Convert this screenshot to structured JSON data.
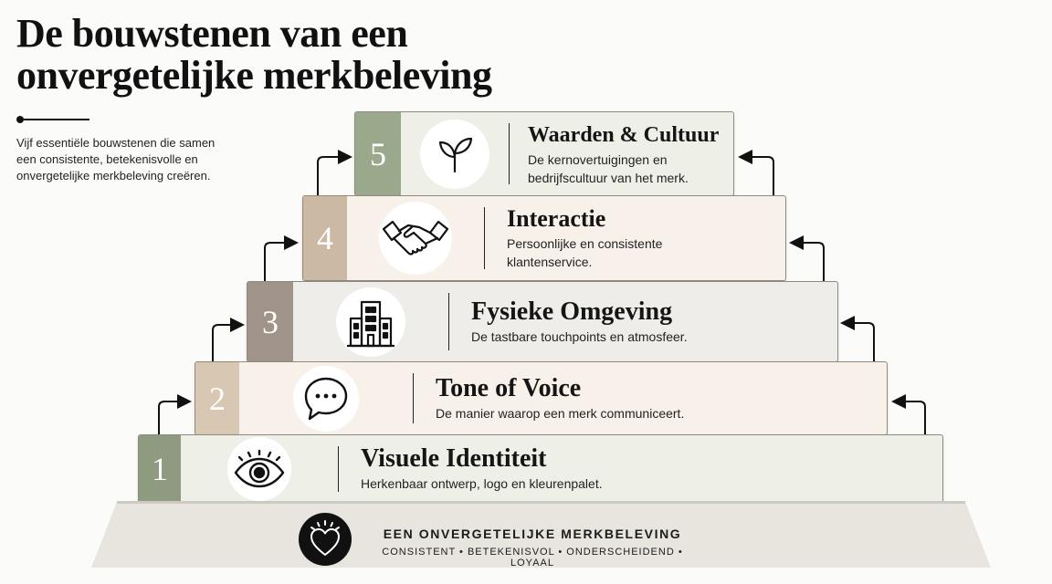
{
  "header": {
    "title_line1": "De bouwstenen van een",
    "title_line2": "onvergetelijke merkbeleving",
    "intro": "Vijf essentiële bouwstenen die samen een consistente, betekenisvolle en onvergetelijke merkbeleving creëren."
  },
  "tiers": [
    {
      "number": "1",
      "title": "Visuele Identiteit",
      "desc": "Herkenbaar ontwerp, logo en kleurenpalet.",
      "icon": "eye-icon",
      "accent": "#8e9b81",
      "bg": "#eef0e8"
    },
    {
      "number": "2",
      "title": "Tone of Voice",
      "desc": "De manier waarop een merk communiceert.",
      "icon": "speech-bubble-icon",
      "accent": "#d7c7b3",
      "bg": "#f7f1ea"
    },
    {
      "number": "3",
      "title": "Fysieke Omgeving",
      "desc": "De tastbare touchpoints en atmosfeer.",
      "icon": "building-icon",
      "accent": "#a0948a",
      "bg": "#efedea"
    },
    {
      "number": "4",
      "title": "Interactie",
      "desc": "Persoonlijke en consistente klantenservice.",
      "icon": "handshake-icon",
      "accent": "#cbb9a4",
      "bg": "#f7f1ea"
    },
    {
      "number": "5",
      "title": "Waarden & Cultuur",
      "desc": "De kernovertuigingen en bedrijfscultuur van het merk.",
      "icon": "plant-icon",
      "accent": "#9aa88c",
      "bg": "#eef0e8"
    }
  ],
  "base": {
    "title": "EEN ONVERGETELIJKE MERKBELEVING",
    "subtitle": "CONSISTENT • BETEKENISVOL • ONDERSCHEIDEND • LOYAAL",
    "icon": "heart-icon"
  }
}
